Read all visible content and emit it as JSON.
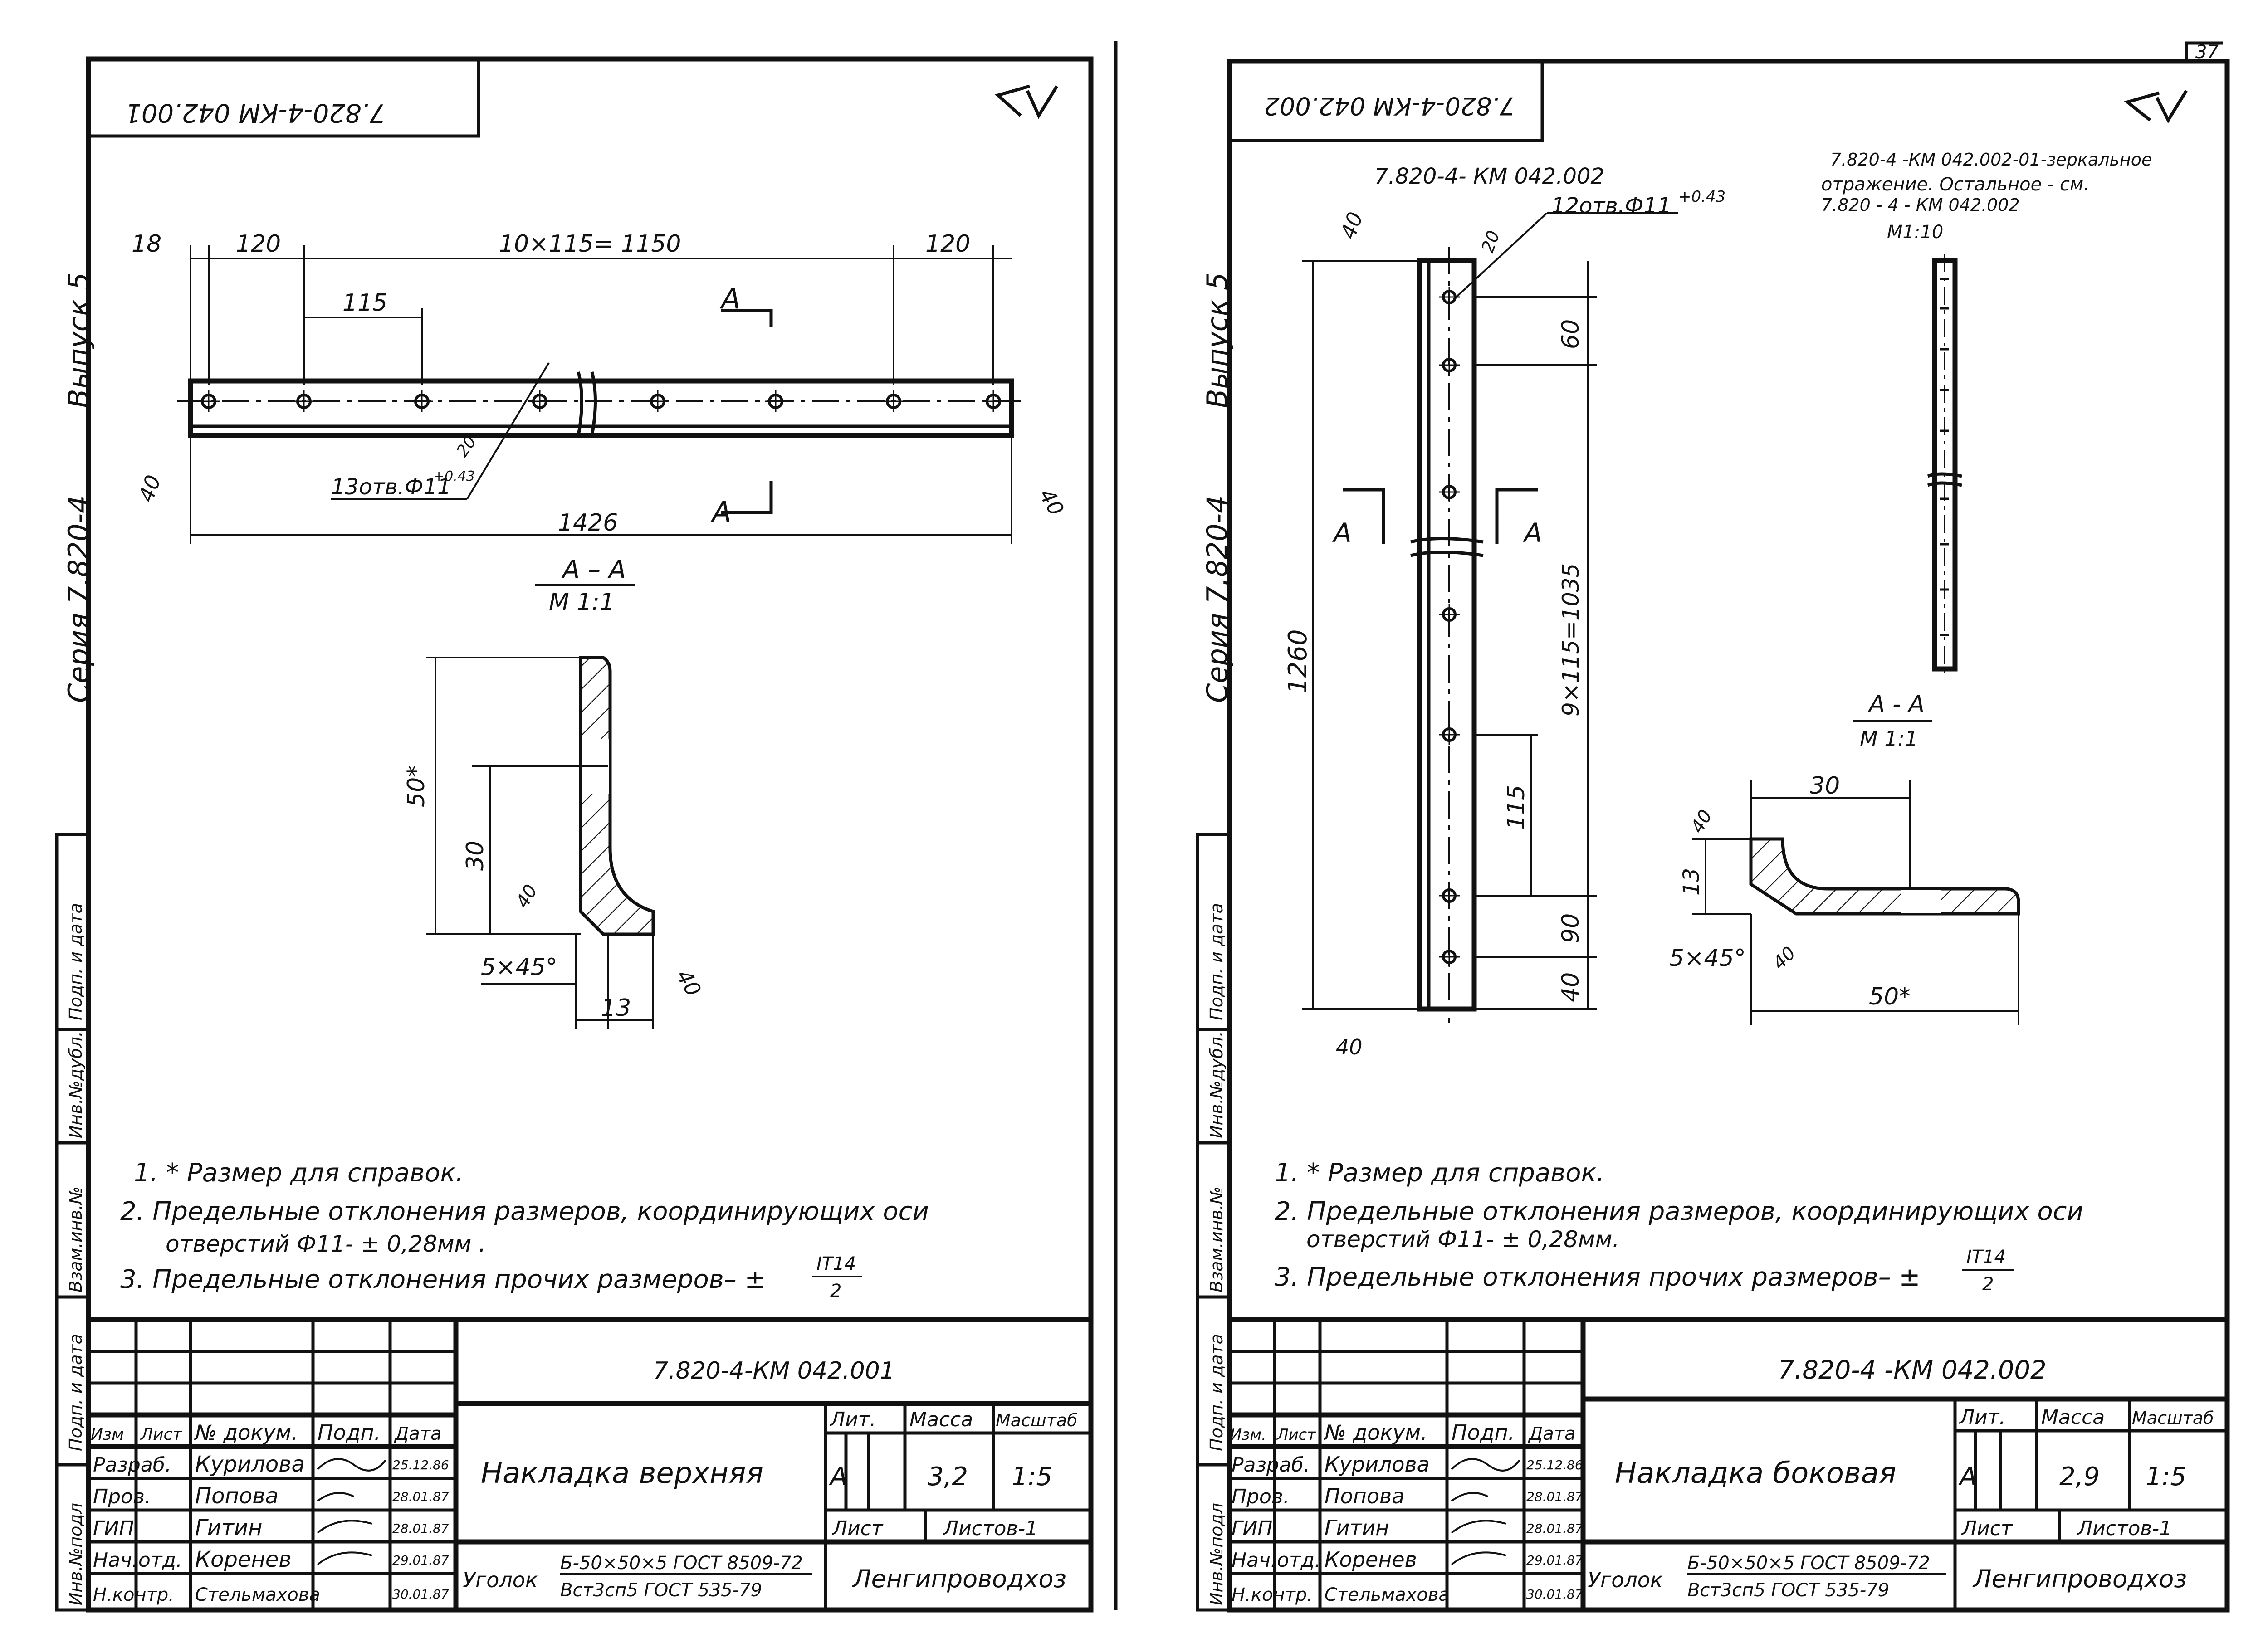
{
  "page_number": "37",
  "sheet1": {
    "stamp": "7.820-4-КМ 042.001",
    "margin_labels": {
      "issue": "Выпуск 5",
      "series": "Серия 7.820-4"
    },
    "left_strip": [
      "Инв.№подл",
      "Подп. и дата",
      "Взам.инв.№",
      "Инв.№дубл.",
      "Подп. и дата"
    ],
    "dims": {
      "d18": "18",
      "d120a": "120",
      "chain": "10×115= 1150",
      "d120b": "120",
      "d115": "115",
      "holes": "13отв.Ф11",
      "tol": "+0.43",
      "d20": "20",
      "total": "1426",
      "r40a": "40",
      "r40b": "40",
      "cut_a": "A",
      "cut_b": "A"
    },
    "section": {
      "title": "A – A",
      "scale": "M 1:1",
      "d50": "50*",
      "d30": "30",
      "r40": "40",
      "chamfer": "5×45°",
      "d13": "13",
      "r40b": "40"
    },
    "notes": [
      "1. * Размер для справок.",
      "2. Предельные отклонения размеров, координирующих оси",
      "отверстий Ф11-  ± 0,28мм .",
      "3. Предельные отклонения прочих размеров– ±"
    ],
    "frac_num": "IT14",
    "frac_den": "2",
    "title_block": {
      "code": "7.820-4-КМ 042.001",
      "name": "Накладка верхняя",
      "headers": {
        "izm": "Изм",
        "list": "Лист",
        "doc": "№ докум.",
        "sign": "Подп.",
        "date": "Дата"
      },
      "roles": [
        {
          "role": "Разраб.",
          "name": "Курилова",
          "date": "25.12.86"
        },
        {
          "role": "Пров.",
          "name": "Попова",
          "date": "28.01.87"
        },
        {
          "role": "ГИП",
          "name": "Гитин",
          "date": "28.01.87"
        },
        {
          "role": "Нач.отд.",
          "name": "Коренев",
          "date": "29.01.87"
        },
        {
          "role": "Н.контр.",
          "name": "Стельмахова",
          "date": "30.01.87"
        }
      ],
      "lit_label": "Лит.",
      "mass_label": "Масса",
      "scale_label": "Масштаб",
      "lit": "А",
      "mass": "3,2",
      "scale": "1:5",
      "sheet_label": "Лист",
      "sheets_label": "Листов-1",
      "material_label": "Уголок",
      "material_top": "Б-50×50×5 ГОСТ 8509-72",
      "material_bottom": "Вст3сп5 ГОСТ 535-79",
      "org": "Ленгипроводхоз"
    }
  },
  "sheet2": {
    "stamp": "7.820-4-КМ 042.002",
    "margin_labels": {
      "issue": "Выпуск 5",
      "series": "Серия 7.820-4"
    },
    "left_strip": [
      "Инв.№подл",
      "Подп. и дата",
      "Взам.инв.№",
      "Инв.№дубл.",
      "Подп. и дата"
    ],
    "part_label": "7.820-4- КМ 042.002",
    "mirror_note": [
      "7.820-4 -КМ 042.002-01-зеркальное",
      "отражение. Остальное - см.",
      "7.820 - 4 - КМ 042.002"
    ],
    "mirror_scale": "М1:10",
    "dims": {
      "holes": "12отв.Ф11",
      "tol": "+0.43",
      "d20": "20",
      "r40a": "40",
      "r40b": "40",
      "d60": "60",
      "chain": "9×115=1035",
      "d1260": "1260",
      "d115": "115",
      "d90": "90",
      "d40": "40",
      "cut_a": "A",
      "cut_b": "A"
    },
    "section": {
      "title": "A - A",
      "scale": "M 1:1",
      "d30": "30",
      "d13": "13",
      "r40": "40",
      "chamfer": "5×45°",
      "r40b": "40",
      "d50": "50*"
    },
    "notes": [
      "1. * Размер для справок.",
      "2. Предельные отклонения размеров, координирующих оси",
      "отверстий Ф11- ± 0,28мм.",
      "3. Предельные отклонения прочих размеров– ±"
    ],
    "frac_num": "IT14",
    "frac_den": "2",
    "title_block": {
      "code": "7.820-4 -КМ 042.002",
      "name": "Накладка боковая",
      "headers": {
        "izm": "Изм.",
        "list": "Лист",
        "doc": "№ докум.",
        "sign": "Подп.",
        "date": "Дата"
      },
      "roles": [
        {
          "role": "Разраб.",
          "name": "Курилова",
          "date": "25.12.86"
        },
        {
          "role": "Пров.",
          "name": "Попова",
          "date": "28.01.87"
        },
        {
          "role": "ГИП",
          "name": "Гитин",
          "date": "28.01.87"
        },
        {
          "role": "Нач.отд.",
          "name": "Коренев",
          "date": "29.01.87"
        },
        {
          "role": "Н.контр.",
          "name": "Стельмахова",
          "date": "30.01.87"
        }
      ],
      "lit_label": "Лит.",
      "mass_label": "Масса",
      "scale_label": "Масштаб",
      "lit": "А",
      "mass": "2,9",
      "scale": "1:5",
      "sheet_label": "Лист",
      "sheets_label": "Листов-1",
      "material_label": "Уголок",
      "material_top": "Б-50×50×5 ГОСТ 8509-72",
      "material_bottom": "Вст3сп5 ГОСТ 535-79",
      "org": "Ленгипроводхоз"
    }
  }
}
